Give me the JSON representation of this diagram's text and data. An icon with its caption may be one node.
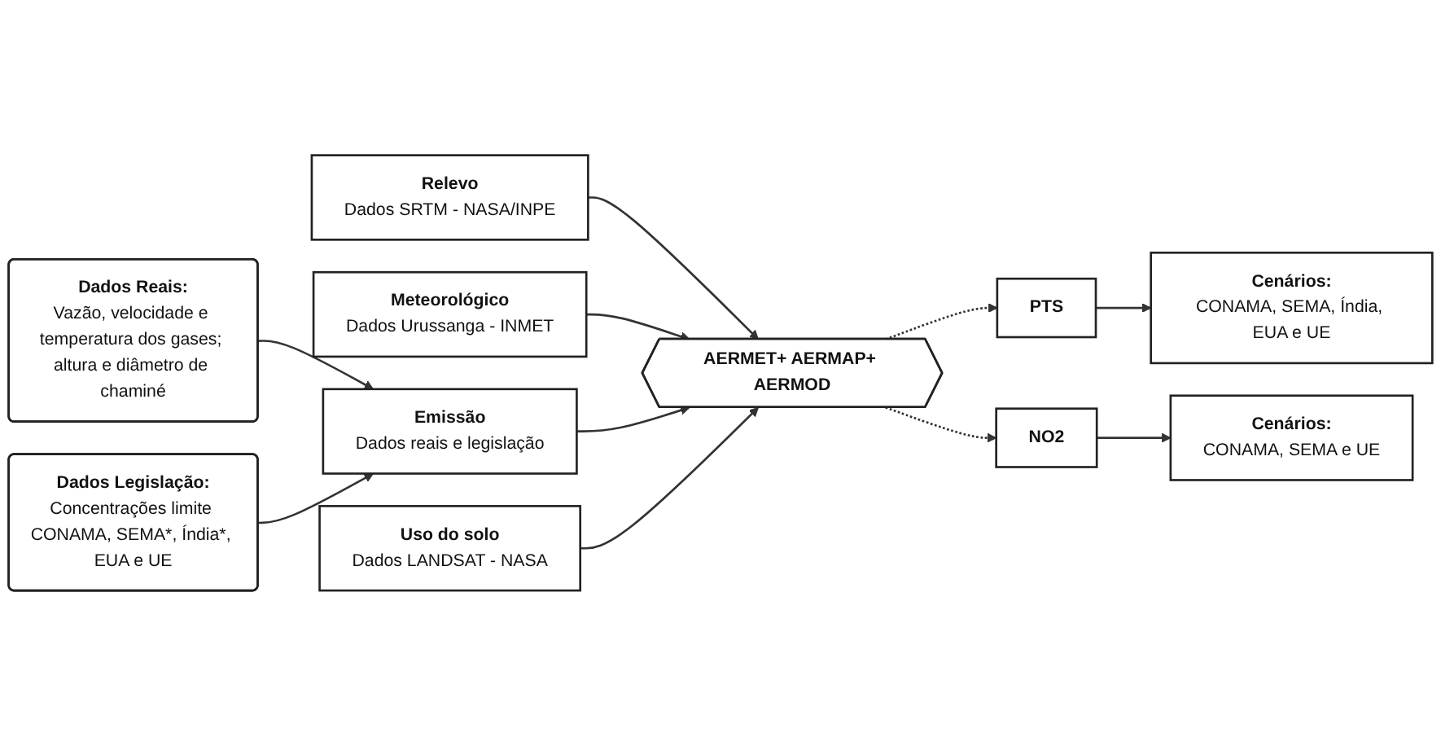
{
  "diagram": {
    "nodes": [
      {
        "text": [
          "Dados Reais:",
          "Vazão, velocidade e temperatura dos gases; altura e diâmetro de chaminé"
        ]
      },
      {
        "text": [
          "Relevo",
          "Dados SRTM - NASA/INPE"
        ]
      },
      {
        "text": [
          "Meteorológico",
          "Dados Urussanga - INMET"
        ]
      },
      {
        "text": [
          "Emissão",
          "Dados reais e legislação"
        ]
      },
      {
        "text": [
          "AERMET+ AERMAP+ AERMOD"
        ]
      },
      {
        "text": [
          "PTS"
        ]
      },
      {
        "text": [
          "Cenários:",
          "CONAMA, SEMA, Índia, EUA e UE"
        ]
      },
      {
        "text": [
          "Dados Legislação:",
          "Concentrações limite CONAMA, SEMA*, Índia*, EUA e UE"
        ]
      },
      {
        "text": [
          "Uso do solo",
          "Dados LANDSAT - NASA"
        ]
      },
      {
        "text": [
          "NO2"
        ]
      },
      {
        "text": [
          "Cenários:",
          "CONAMA, SEMA e UE"
        ]
      }
    ],
    "edges": [
      {
        "from": 0,
        "to": 3,
        "arrow": "to"
      },
      {
        "from": 7,
        "to": 3,
        "arrow": "to"
      },
      {
        "from": 1,
        "to": 4,
        "arrow": "to"
      },
      {
        "from": 2,
        "to": 4,
        "arrow": "to"
      },
      {
        "from": 3,
        "to": 4,
        "arrow": "to"
      },
      {
        "from": 8,
        "to": 4,
        "arrow": "to"
      },
      {
        "from": 4,
        "to": 5,
        "arrow": "to",
        "style": "dashed"
      },
      {
        "from": 4,
        "to": 9,
        "arrow": "to",
        "style": "dashed"
      },
      {
        "from": 5,
        "to": 6,
        "arrow": "to"
      },
      {
        "from": 9,
        "to": 10,
        "arrow": "to"
      }
    ]
  }
}
